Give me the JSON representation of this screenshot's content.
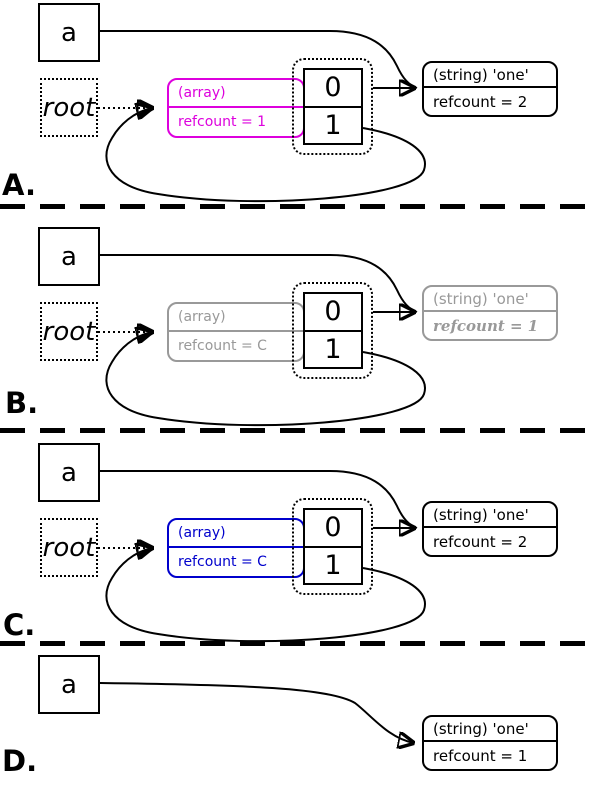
{
  "colors": {
    "magenta": "#dd00dd",
    "blue": "#0000cc",
    "gray": "#999999",
    "arrow": "#000000"
  },
  "panels": {
    "a": {
      "label": "A.",
      "var_name": "a",
      "root_name": "root",
      "array_box": {
        "type_label": "(array)",
        "refcount_label": "refcount = 1"
      },
      "cells": [
        "0",
        "1"
      ],
      "string_box": {
        "type_label": "(string) 'one'",
        "refcount_label": "refcount = 2"
      }
    },
    "b": {
      "label": "B.",
      "var_name": "a",
      "root_name": "root",
      "array_box": {
        "type_label": "(array)",
        "refcount_label": "refcount = C"
      },
      "cells": [
        "0",
        "1"
      ],
      "string_box": {
        "type_label": "(string) 'one'",
        "refcount_label": "refcount = 1"
      }
    },
    "c": {
      "label": "C.",
      "var_name": "a",
      "root_name": "root",
      "array_box": {
        "type_label": "(array)",
        "refcount_label": "refcount = C"
      },
      "cells": [
        "0",
        "1"
      ],
      "string_box": {
        "type_label": "(string) 'one'",
        "refcount_label": "refcount = 2"
      }
    },
    "d": {
      "label": "D.",
      "var_name": "a",
      "string_box": {
        "type_label": "(string) 'one'",
        "refcount_label": "refcount = 1"
      }
    }
  }
}
